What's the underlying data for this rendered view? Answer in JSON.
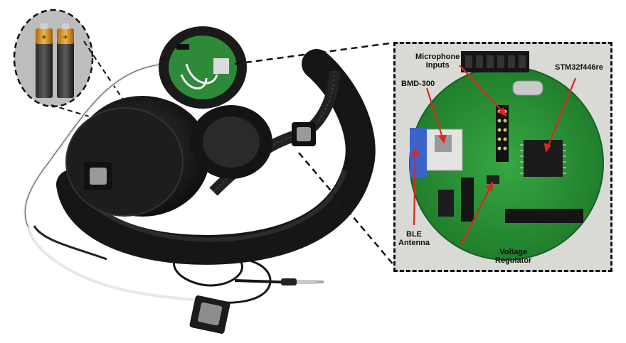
{
  "inset": {
    "labels": {
      "microphone_inputs": "Microphone\nInputs",
      "bmd300": "BMD-300",
      "stm32": "STM32f446re",
      "ble_antenna": "BLE\nAntenna",
      "voltage_regulator": "Voltage\nRegulator"
    }
  },
  "colors": {
    "pcb_green": "#2f9a3a",
    "headphone_black": "#1a1a1a",
    "battery_gold": "#c88a1e",
    "arrow_red": "#e0261e",
    "dashed_line": "#111111"
  }
}
